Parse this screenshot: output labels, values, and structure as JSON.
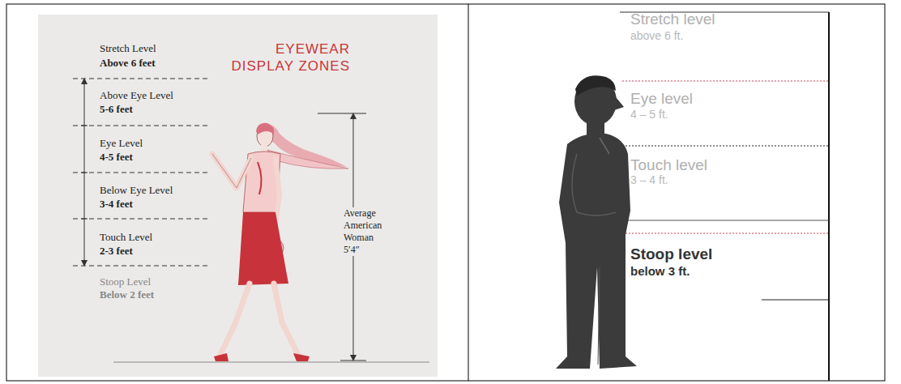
{
  "diagram": {
    "labels": [
      "EYEWEAR DISPLAY ZONES",
      "Stretch Level",
      "Above 6 feet",
      "Above Eye Level",
      "5-6 feet",
      "Eye Level",
      "4-5 feet",
      "Below Eye Level",
      "3-4 feet",
      "Touch Level",
      "2-3 feet",
      "Stoop Level",
      "Below 2 feet",
      "Average American Woman 5′4″",
      "Stretch level",
      "above 6 ft.",
      "Eye level",
      "4 – 5 ft.",
      "Touch level",
      "3 – 4 ft.",
      "Stoop level",
      "below 3 ft."
    ]
  }
}
